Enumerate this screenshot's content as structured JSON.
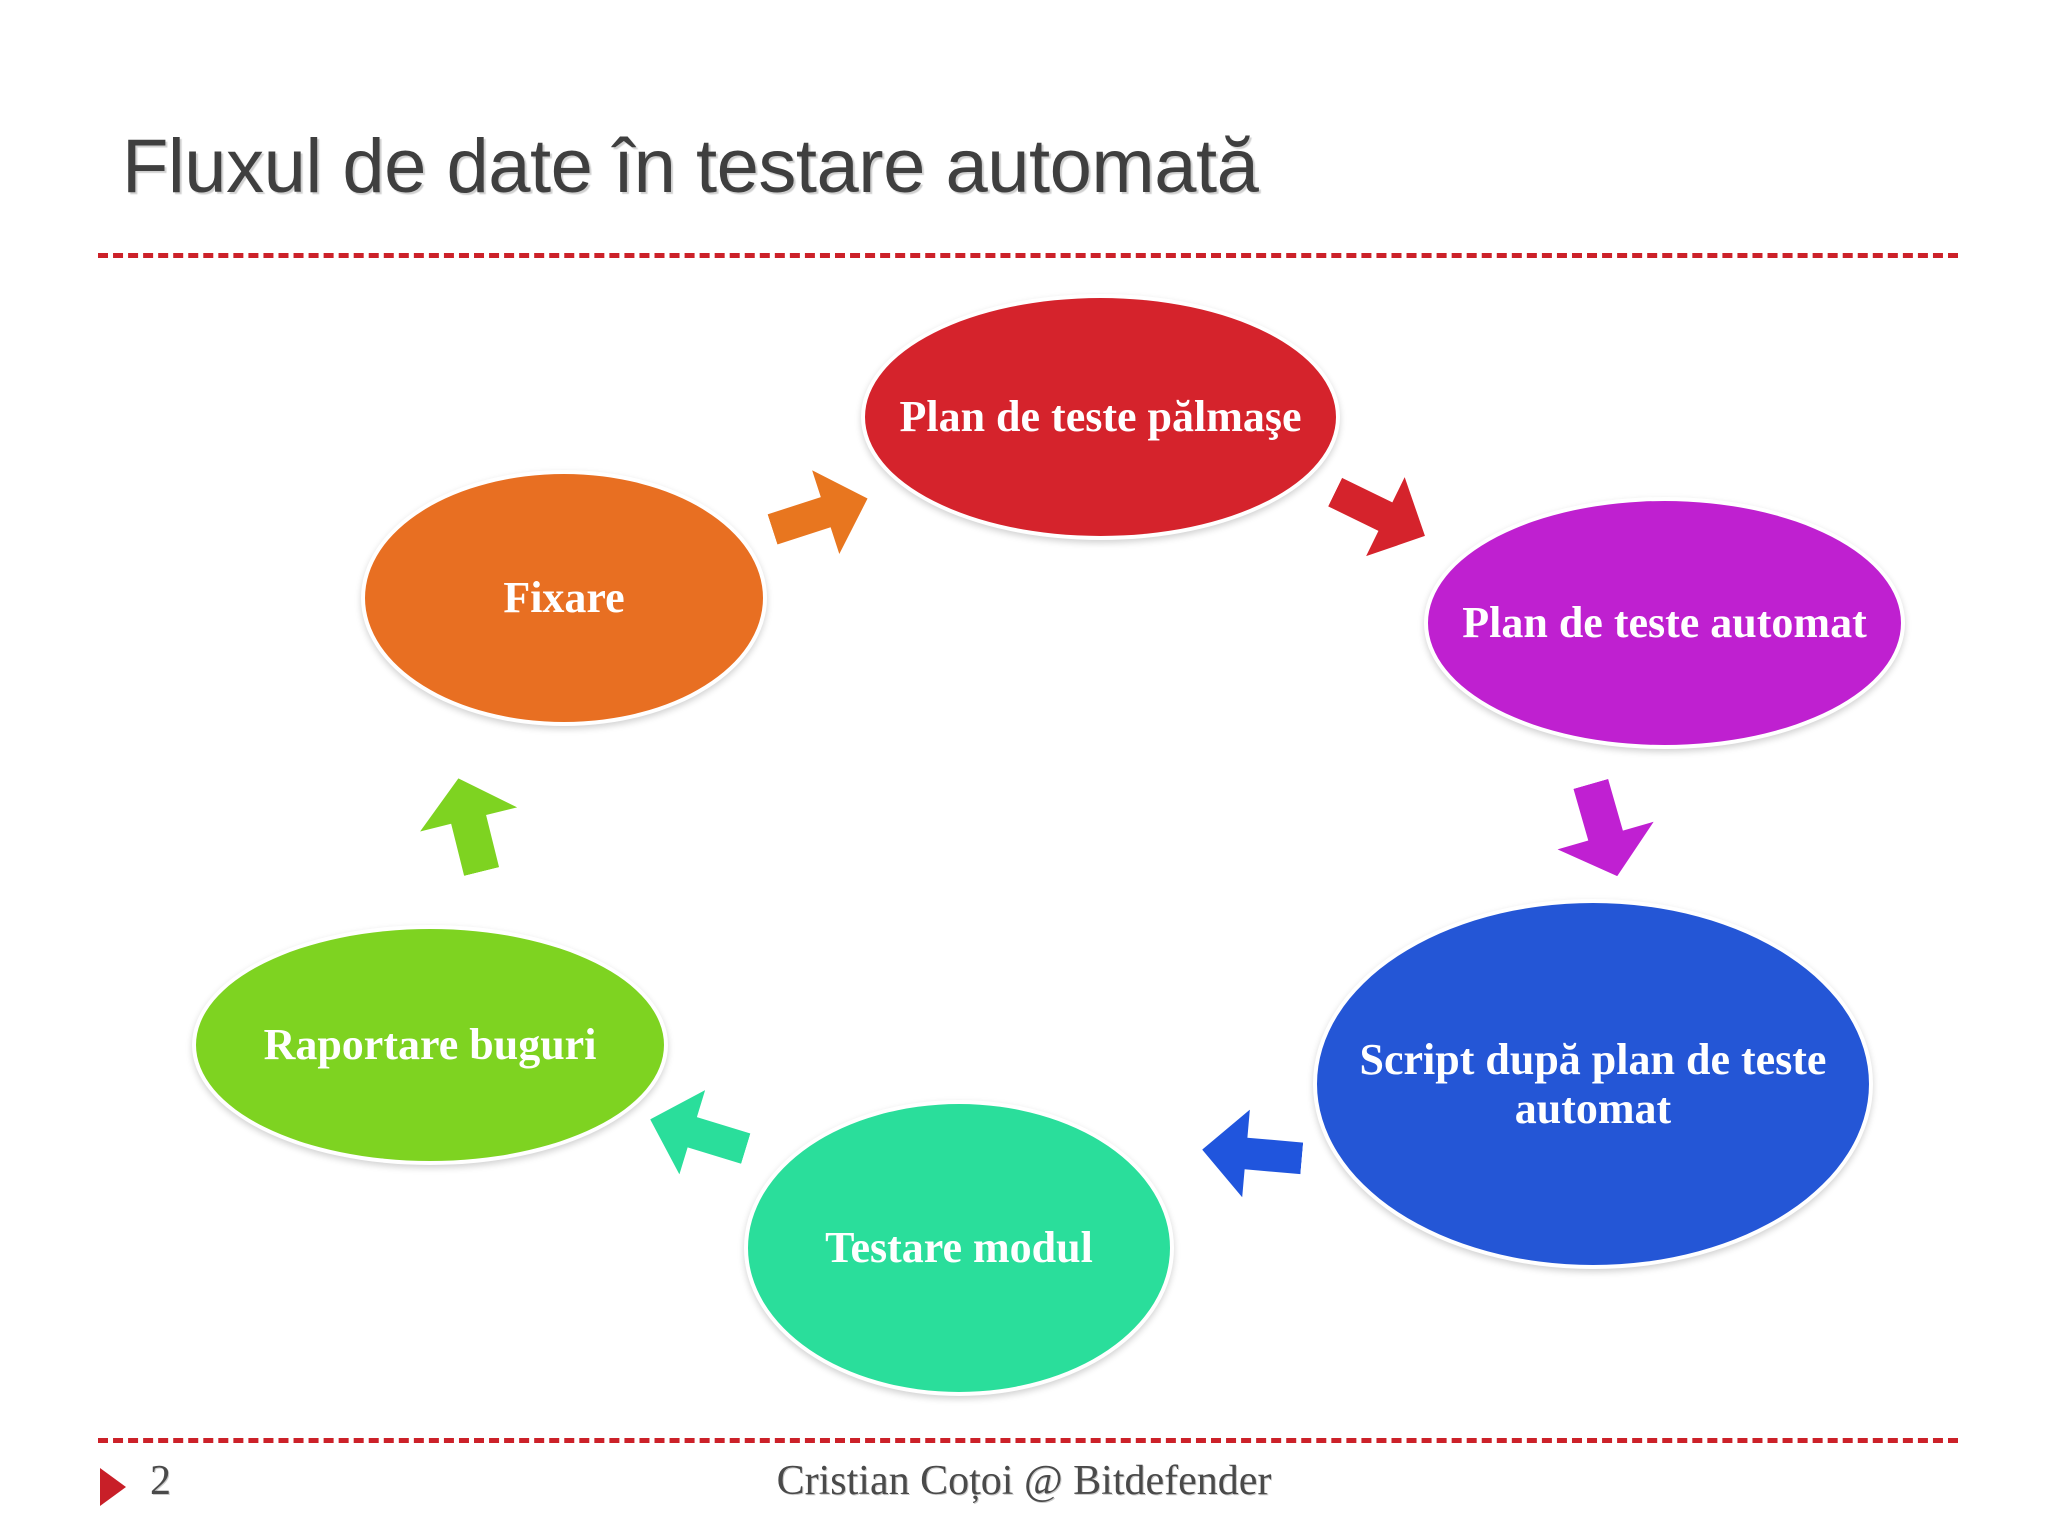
{
  "slide": {
    "title": "Fluxul de date în testare automată",
    "background_color": "#ffffff",
    "rule_color": "#cc2129"
  },
  "diagram": {
    "type": "cycle",
    "nodes": [
      {
        "id": "plan-manual",
        "label": "Plan de teste pălmaşe",
        "color": "#d5232c",
        "text_color": "#ffffff",
        "order": 1
      },
      {
        "id": "plan-auto",
        "label": "Plan de teste automat",
        "color": "#bf20d0",
        "text_color": "#ffffff",
        "order": 2
      },
      {
        "id": "script",
        "label": "Script după plan de teste automat",
        "color": "#2456d6",
        "text_color": "#ffffff",
        "order": 3
      },
      {
        "id": "test-modul",
        "label": "Testare modul",
        "color": "#2ade9b",
        "text_color": "#ffffff",
        "order": 4
      },
      {
        "id": "report",
        "label": "Raportare buguri",
        "color": "#7ed321",
        "text_color": "#ffffff",
        "order": 5
      },
      {
        "id": "fix",
        "label": "Fixare",
        "color": "#e86f22",
        "text_color": "#ffffff",
        "order": 6
      }
    ],
    "arrows": [
      {
        "id": "fix-to-plan",
        "from": "fix",
        "to": "plan-manual",
        "color": "#e8761f"
      },
      {
        "id": "plan-to-auto",
        "from": "plan-manual",
        "to": "plan-auto",
        "color": "#d5232c"
      },
      {
        "id": "auto-to-script",
        "from": "plan-auto",
        "to": "script",
        "color": "#c020d2"
      },
      {
        "id": "script-to-test",
        "from": "script",
        "to": "test-modul",
        "color": "#2055dd"
      },
      {
        "id": "test-to-report",
        "from": "test-modul",
        "to": "report",
        "color": "#2ade9b"
      },
      {
        "id": "report-to-fix",
        "from": "report",
        "to": "fix",
        "color": "#7ed321"
      }
    ]
  },
  "footer": {
    "page_number": "2",
    "credit": "Cristian Coțoi @ Bitdefender",
    "bullet_color": "#c81f28"
  }
}
